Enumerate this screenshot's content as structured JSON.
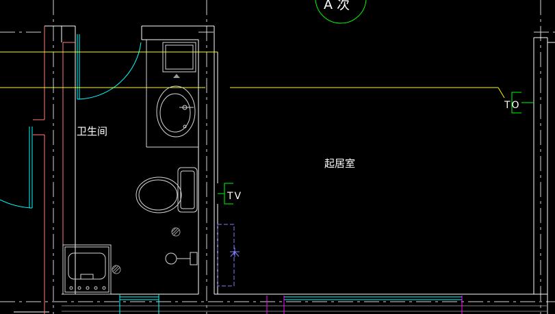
{
  "annotations": {
    "grid_bubble": "A 次",
    "room_bathroom": "卫生间",
    "room_living": "起居室",
    "outlet_tv": "TV",
    "outlet_data": "TO"
  },
  "layer_colors": {
    "background": "#000000",
    "walls": "#ffffff",
    "axis": "#ffffff",
    "partitions": "#ff7f7f",
    "doors": "#00ffff",
    "wiring": "#ffff00",
    "symbols": "#00ff00",
    "frames": "#ff00ff",
    "cabinet": "#8080ff",
    "fixtures": "#d8d8d8",
    "text": "#ffffff",
    "hatch": "#9a9a9a"
  },
  "icons": {
    "tv_outlet": "tv-outlet-symbol",
    "data_outlet": "data-outlet-symbol",
    "floor_drain": "floor-drain-symbol"
  }
}
